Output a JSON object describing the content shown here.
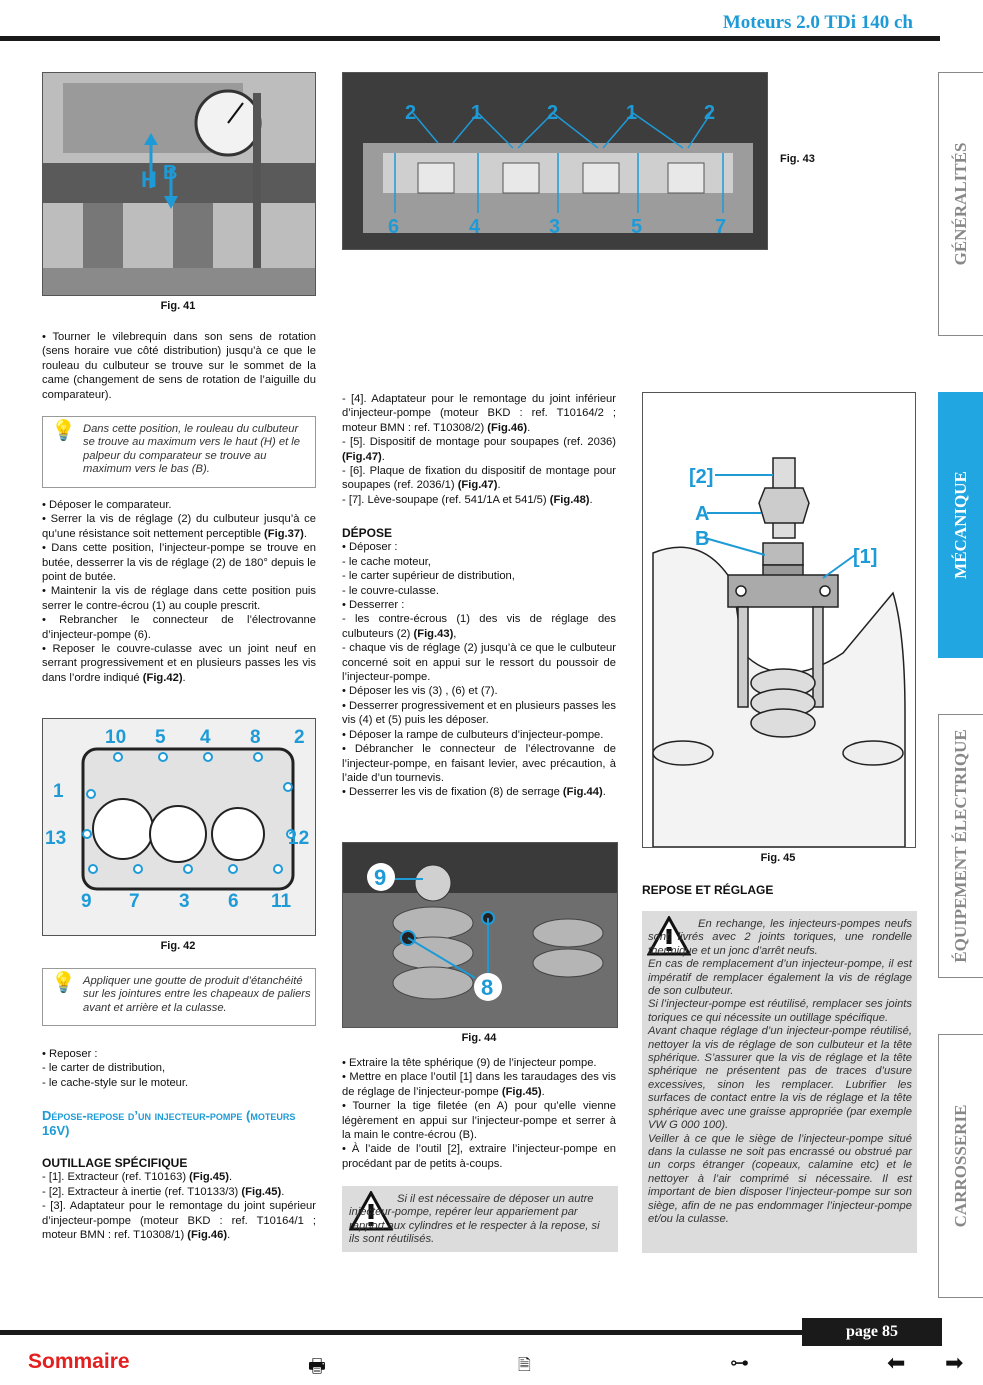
{
  "header": {
    "title": "Moteurs 2.0 TDi 140 ch"
  },
  "tabs": [
    {
      "label": "GÉNÉRALITÉS",
      "active": false
    },
    {
      "label": "MÉCANIQUE",
      "active": true
    },
    {
      "label": "ÉQUIPEMENT ÉLECTRIQUE",
      "active": false
    },
    {
      "label": "CARROSSERIE",
      "active": false
    }
  ],
  "figures": {
    "fig41": {
      "caption": "Fig. 41",
      "labels": [
        "H",
        "B"
      ]
    },
    "fig42": {
      "caption": "Fig. 42",
      "labels": [
        "10",
        "5",
        "4",
        "8",
        "2",
        "1",
        "13",
        "12",
        "9",
        "7",
        "3",
        "6",
        "11"
      ]
    },
    "fig43": {
      "caption": "Fig. 43",
      "labels": [
        "2",
        "1",
        "2",
        "1",
        "2",
        "6",
        "4",
        "3",
        "5",
        "7"
      ]
    },
    "fig44": {
      "caption": "Fig. 44",
      "labels": [
        "9",
        "8"
      ]
    },
    "fig45": {
      "caption": "Fig. 45",
      "labels": [
        "[2]",
        "A",
        "B",
        "[1]"
      ]
    }
  },
  "col1": {
    "p1": "• Tourner le vilebrequin dans son sens de rotation (sens horaire vue côté distribution) jusqu’à ce que le rouleau du culbuteur se trouve sur le sommet de la came (changement de sens de rotation de l’aiguille du comparateur).",
    "note1": "Dans cette position, le rouleau du culbuteur se trouve au maximum vers le haut (H) et le palpeur du comparateur se trouve au maximum vers le bas (B).",
    "p2a": "• Déposer le comparateur.",
    "p2b": "• Serrer la vis de réglage (2) du culbuteur jusqu’à ce qu’une résistance soit nettement perceptible",
    "p2b_ref": "(Fig.37)",
    "p2c": "• Dans cette position, l’injecteur-pompe se trouve en butée, desserrer la vis de réglage (2) de 180° depuis le point de butée.",
    "p2d": "• Maintenir la vis de réglage dans cette position puis serrer le contre-écrou (1) au couple prescrit.",
    "p2e": "• Rebrancher le connecteur de l’électrovanne d’injecteur-pompe (6).",
    "p2f": "• Reposer le couvre-culasse avec un joint neuf en serrant progressivement et en plusieurs passes les vis dans l’ordre indiqué",
    "p2f_ref": "(Fig.42)",
    "note2": "Appliquer une goutte de produit d’étanchéité sur les jointures entre les chapeaux de paliers avant et arrière et la culasse.",
    "p3a": "• Reposer :",
    "p3b": "- le carter de distribution,",
    "p3c": "- le cache-style sur le moteur.",
    "section_title": "Dépose-repose d’un injecteur-pompe (moteurs 16V)",
    "outillage_title": "OUTILLAGE SPÉCIFIQUE",
    "tool1": "- [1]. Extracteur (ref. T10163)",
    "tool1_ref": "(Fig.45)",
    "tool2": "- [2]. Extracteur à inertie (ref. T10133/3)",
    "tool2_ref": "(Fig.45)",
    "tool3": "- [3]. Adaptateur pour le remontage du joint supérieur d’injecteur-pompe (moteur BKD : ref. T10164/1 ; moteur BMN : ref. T10308/1)",
    "tool3_ref": "(Fig.46)"
  },
  "col2": {
    "tool4": "- [4]. Adaptateur pour le remontage du joint inférieur d’injecteur-pompe (moteur BKD : ref. T10164/2 ; moteur BMN : ref. T10308/2)",
    "tool4_ref": "(Fig.46)",
    "tool5": "- [5]. Dispositif de montage pour soupapes (ref. 2036)",
    "tool5_ref": "(Fig.47)",
    "tool6": "- [6]. Plaque de fixation du dispositif de montage pour soupapes (ref. 2036/1)",
    "tool6_ref": "(Fig.47)",
    "tool7": "- [7]. Lève-soupape (ref. 541/1A et 541/5)",
    "tool7_ref": "(Fig.48)",
    "depose_title": "DÉPOSE",
    "d1": "• Déposer :",
    "d2": "- le cache moteur,",
    "d3": "- le carter supérieur de distribution,",
    "d4": "- le couvre-culasse.",
    "d5": "• Desserrer :",
    "d6": "- les contre-écrous (1) des vis de réglage des culbuteurs (2)",
    "d6_ref": "(Fig.43)",
    "d7": "- chaque vis de réglage (2) jusqu’à ce que le culbuteur concerné soit en appui sur le ressort du poussoir de l’injecteur-pompe.",
    "d8": "• Déposer les vis (3) , (6) et (7).",
    "d9": "• Desserrer progressivement et en plusieurs passes les vis (4) et (5) puis les déposer.",
    "d10": "• Déposer la rampe de culbuteurs d’injecteur-pompe.",
    "d11": "• Débrancher le connecteur de l’électrovanne de l’injecteur-pompe, en faisant levier, avec précaution, à l’aide d’un tournevis.",
    "d12": "• Desserrer les vis de fixation (8) de serrage",
    "d12_ref": "(Fig.44)",
    "e1": "• Extraire la tête sphérique (9) de l’injecteur pompe.",
    "e2": "• Mettre en place l’outil [1] dans les taraudages des vis de réglage de l’injecteur-pompe",
    "e2_ref": "(Fig.45)",
    "e3": "• Tourner la tige filetée (en A) pour qu’elle vienne légèrement en appui sur l’injecteur-pompe et serrer à la main le contre-écrou (B).",
    "e4": "• À l’aide de l’outil [2], extraire l’injecteur-pompe en procédant par de petits à-coups.",
    "warn1": "Si il est nécessaire de déposer un autre injecteur-pompe, repérer leur appariement par rapport aux cylindres et le respecter à la repose, si ils sont réutilisés."
  },
  "col3": {
    "repose_title": "REPOSE ET RÉGLAGE",
    "w1": "En rechange, les injecteurs-pompes neufs sont livrés avec 2 joints toriques, une rondelle thermique et un jonc d’arrêt neufs.",
    "w2": "En cas de remplacement d’un injecteur-pompe, il est impératif de remplacer également la vis de réglage de son culbuteur.",
    "w3": "Si l’injecteur-pompe est réutilisé, remplacer ses joints toriques ce qui nécessite un outillage spécifique.",
    "w4": "Avant chaque réglage d’un injecteur-pompe réutilisé, nettoyer la vis de réglage de son culbuteur et la tête sphérique. S’assurer que la vis de réglage et la tête sphérique ne présentent pas de traces d’usure excessives, sinon les remplacer. Lubrifier les surfaces de contact entre la vis de réglage et la tête sphérique avec une graisse appropriée (par exemple VW G 000 100).",
    "w5": "Veiller à ce que le siège de l’injecteur-pompe situé dans la culasse ne soit pas encrassé ou obstrué par un corps étranger (copeaux, calamine etc) et le nettoyer à l’air comprimé si nécessaire. Il est important de bien disposer l’injecteur-pompe sur son siège, afin de ne pas endommager l’injecteur-pompe et/ou la culasse."
  },
  "footer": {
    "page": "page 85",
    "sommaire": "Sommaire"
  },
  "colors": {
    "accent": "#1e9bd7",
    "sommaire": "#e41f1f"
  },
  "icons": [
    "lightbulb-icon",
    "warning-icon",
    "print-icon",
    "document-search-icon",
    "binoculars-icon",
    "arrow-left-icon",
    "arrow-right-icon"
  ]
}
